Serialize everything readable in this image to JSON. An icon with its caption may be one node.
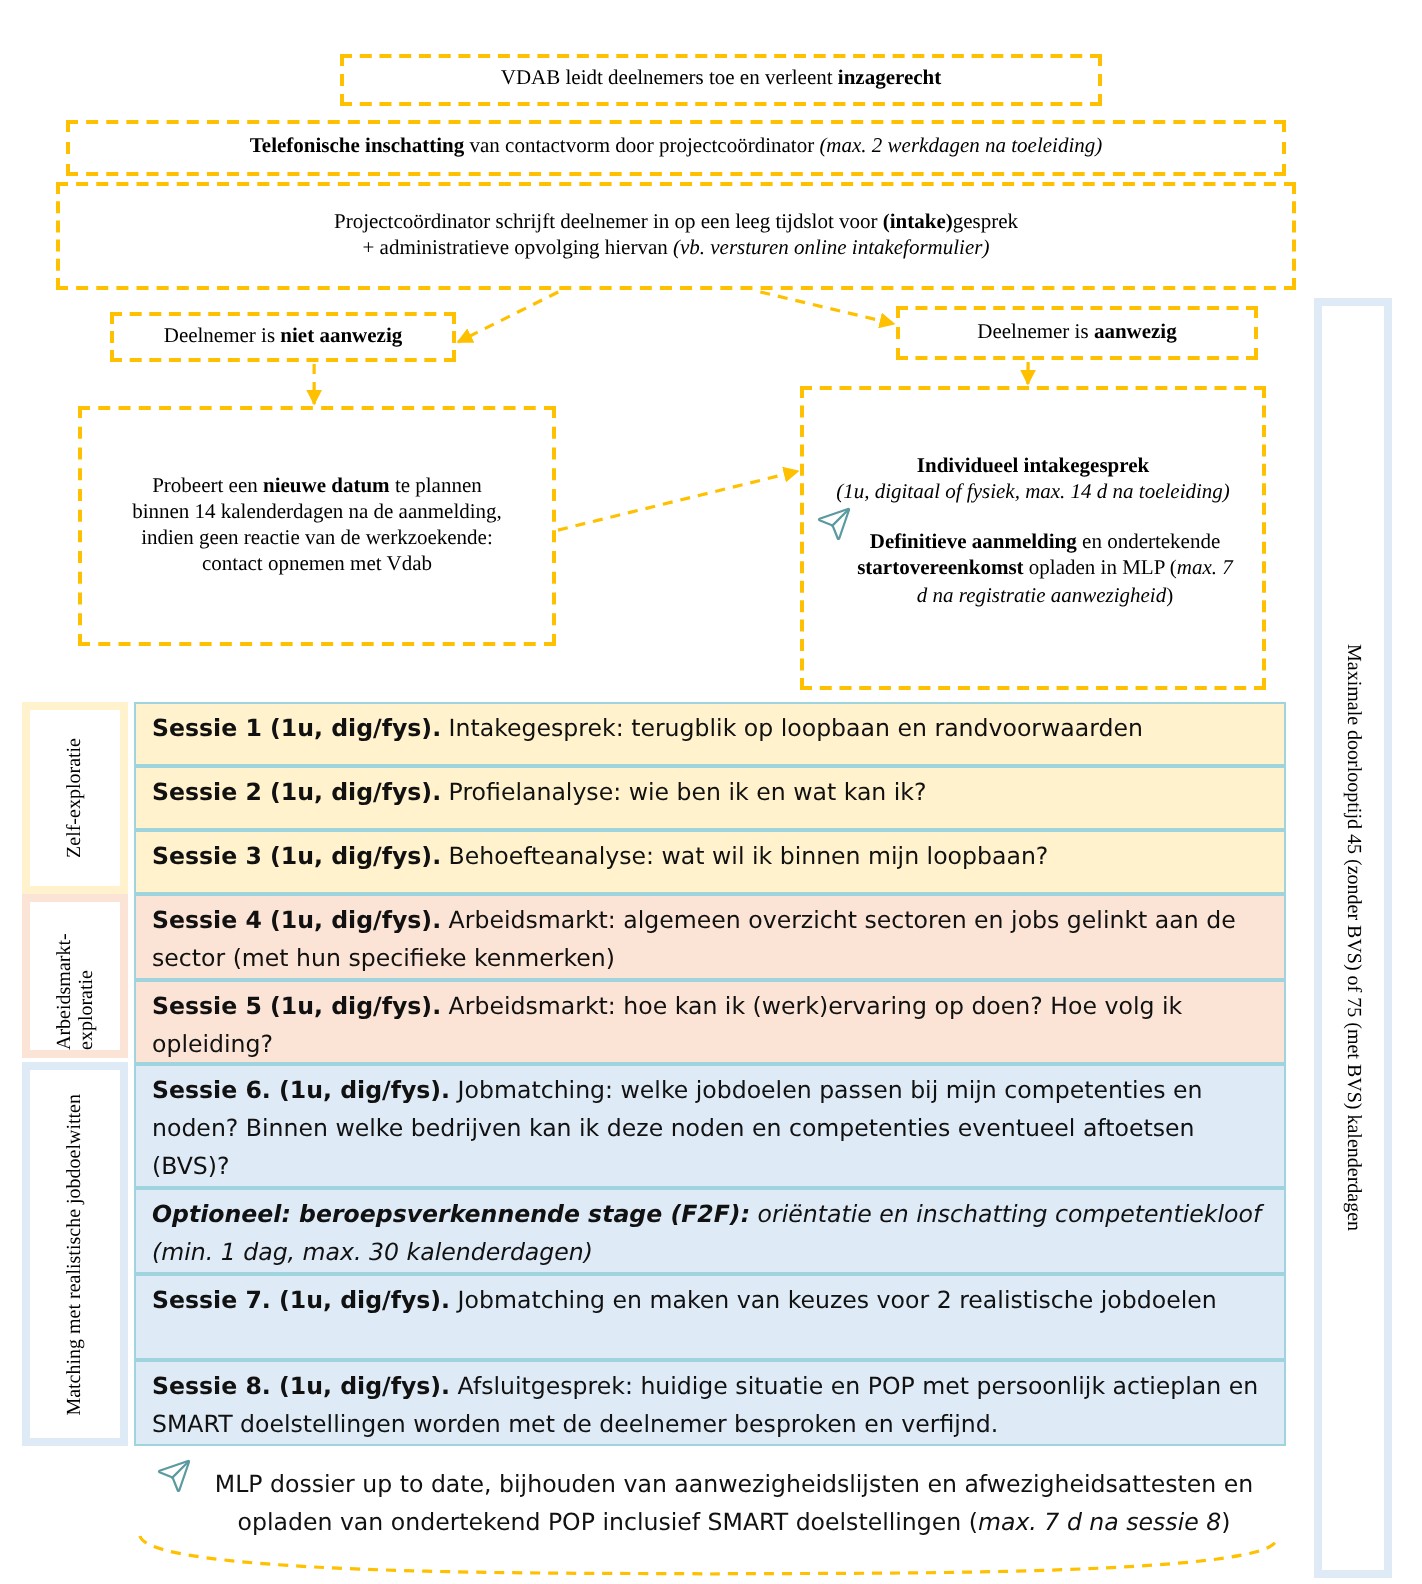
{
  "diagram": {
    "nodes": [
      {
        "text": [
          "VDAB leidt deelnemers toe en verleent **inzagerecht**"
        ]
      },
      {
        "text": [
          "**Telefonische inschatting** van contactvorm door projectcoördinator *(max. 2 werkdagen na toeleiding)*"
        ]
      },
      {
        "text": [
          "Projectcoördinator schrijft deelnemer in op een leeg tijdslot voor **(intake)**gesprek",
          "+ administratieve opvolging hiervan *(vb. versturen online intakeformulier)*"
        ]
      },
      {
        "text": [
          "Deelnemer is **niet aanwezig**"
        ]
      },
      {
        "text": [
          "Deelnemer is **aanwezig**"
        ]
      },
      {
        "text": [
          "Probeert een **nieuwe datum** te plannen binnen 14 kalenderdagen na de aanmelding, indien geen reactie van de werkzoekende: contact opnemen met Vdab"
        ]
      },
      {
        "text": [
          "Individueel intakegesprek",
          "(1u, digitaal of fysiek, max. 14 d na toeleiding)",
          "**Definitieve aanmelding** en ondertekende **startovereenkomst** opladen in MLP (*max. 7 d na registratie aanwezigheid*)"
        ]
      },
      {
        "text": [
          "Zelf-exploratie"
        ]
      },
      {
        "text": [
          "Arbeidsmarkt-exploratie"
        ]
      },
      {
        "text": [
          "Matching met realistische jobdoelwitten"
        ]
      },
      {
        "text": [
          "**Sessie 1 (1u, dig/fys).** Intakegesprek: terugblik op loopbaan en randvoorwaarden"
        ]
      },
      {
        "text": [
          "**Sessie 2 (1u, dig/fys).** Profielanalyse: wie ben ik en wat kan ik?"
        ]
      },
      {
        "text": [
          "**Sessie 3 (1u, dig/fys).** Behoefteanalyse: wat wil ik binnen mijn loopbaan?"
        ]
      },
      {
        "text": [
          "**Sessie 4 (1u, dig/fys).** Arbeidsmarkt: algemeen overzicht sectoren en jobs gelinkt aan de sector (met hun specifieke kenmerken)"
        ]
      },
      {
        "text": [
          "**Sessie 5 (1u, dig/fys).** Arbeidsmarkt: hoe kan ik (werk)ervaring op doen? Hoe volg ik opleiding?"
        ]
      },
      {
        "text": [
          "**Sessie 6. (1u, dig/fys).** Jobmatching: welke jobdoelen passen bij mijn competenties en noden? Binnen welke bedrijven kan ik deze noden en competenties eventueel aftoetsen (BVS)?"
        ]
      },
      {
        "text": [
          "**Optioneel: beroepsverkennende stage (F2F):** oriëntatie en inschatting competentiekloof (min. 1 dag, max. 30 kalenderdagen)"
        ]
      },
      {
        "text": [
          "**Sessie 7. (1u, dig/fys).** Jobmatching en maken van keuzes voor 2 realistische jobdoelen"
        ]
      },
      {
        "text": [
          "**Sessie 8. (1u, dig/fys).** Afsluitgesprek: huidige situatie en POP met persoonlijk actieplan en SMART doelstellingen worden met de deelnemer besproken en verfijnd."
        ]
      },
      {
        "text": [
          "Maximale doorlooptijd 45 (zonder BVS) of 75 (met BVS) kalenderdagen"
        ]
      }
    ],
    "edges": [
      {
        "from": 2,
        "to": 3,
        "arrow": "to",
        "style": "dashed"
      },
      {
        "from": 2,
        "to": 4,
        "arrow": "to",
        "style": "dashed"
      },
      {
        "from": 3,
        "to": 5,
        "arrow": "to",
        "style": "dashed"
      },
      {
        "from": 4,
        "to": 6,
        "arrow": "to",
        "style": "dashed"
      },
      {
        "from": 5,
        "to": 6,
        "arrow": "to",
        "style": "dashed"
      }
    ],
    "labels": [
      "MLP dossier up to date, bijhouden van aanwezigheidslijsten en afwezigheidsattesten en opladen van ondertekend POP inclusief SMART doelstellingen (*max. 7 d na sessie 8*)"
    ]
  }
}
